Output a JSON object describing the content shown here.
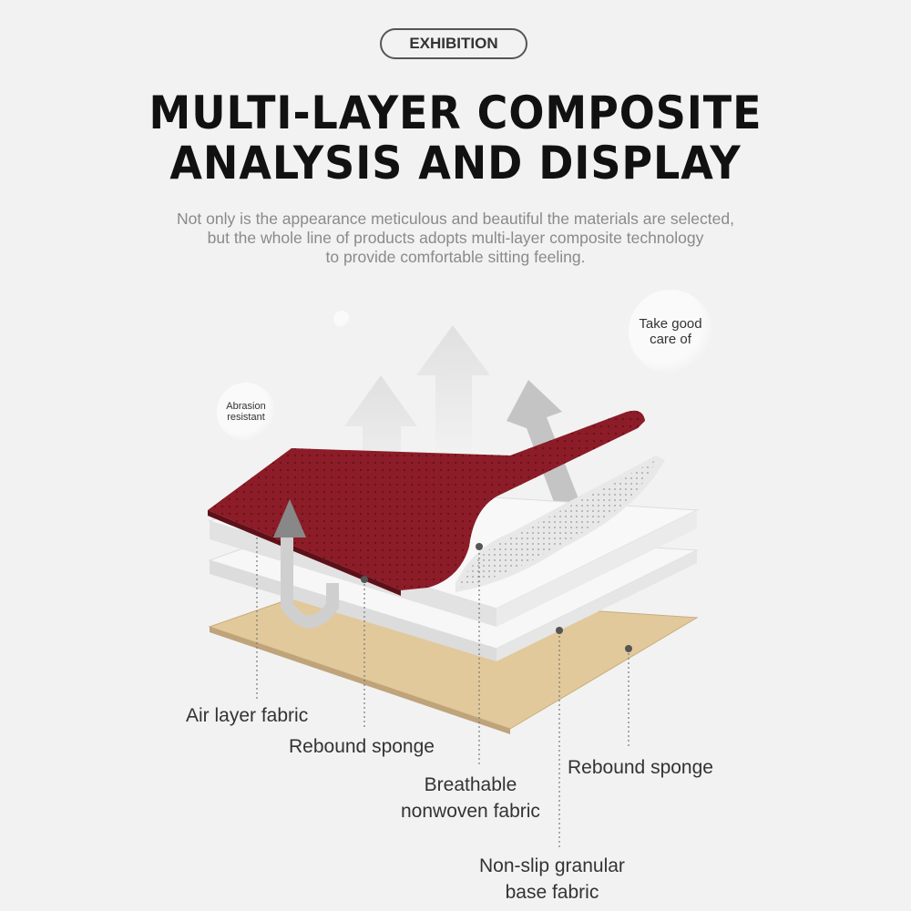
{
  "badge": "EXHIBITION",
  "title_line1": "MULTI-LAYER COMPOSITE",
  "title_line2": "ANALYSIS AND DISPLAY",
  "description": [
    "Not only is the appearance meticulous and beautiful the materials are selected,",
    "but the whole line of products adopts multi-layer composite technology",
    "to provide comfortable sitting feeling."
  ],
  "bubbles": {
    "abrasion": "Abrasion resistant",
    "care": "Take good care of"
  },
  "labels": {
    "air_layer": "Air layer fabric",
    "rebound_sponge_1": "Rebound sponge",
    "breathable_1": "Breathable",
    "breathable_2": "nonwoven fabric",
    "rebound_sponge_2": "Rebound sponge",
    "nonslip_1": "Non-slip granular",
    "nonslip_2": "base fabric"
  },
  "colors": {
    "fabric_red": "#8c1c27",
    "base_tan": "#e2c99b",
    "sponge": "#f7f7f7"
  }
}
